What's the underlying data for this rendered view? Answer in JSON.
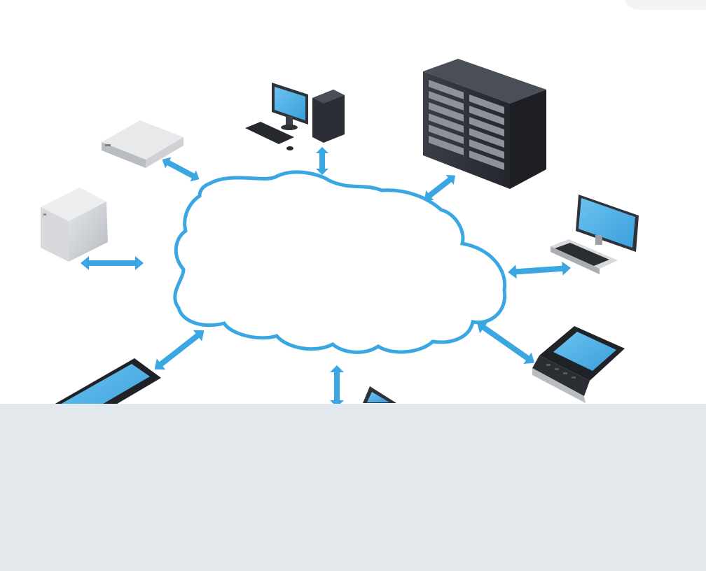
{
  "colors": {
    "accent": "#3aa6e2",
    "screen": "#4fb3ea",
    "dark_hardware": "#2e3138",
    "light_hardware": "#cfd2d6",
    "panel": "#e2e8ec",
    "page": "#ffffff"
  },
  "diagram": {
    "hub": "cloud",
    "devices": [
      {
        "kind": "router-box",
        "icon": "network-box-icon"
      },
      {
        "kind": "desktop-computer",
        "icon": "desktop-computer-icon"
      },
      {
        "kind": "server-rack",
        "icon": "server-rack-icon"
      },
      {
        "kind": "tower-server",
        "icon": "tower-server-icon"
      },
      {
        "kind": "laptop",
        "icon": "laptop-icon"
      },
      {
        "kind": "smartphone",
        "icon": "smartphone-icon"
      },
      {
        "kind": "smartphone",
        "icon": "smartphone-icon"
      },
      {
        "kind": "tablet",
        "icon": "tablet-icon"
      }
    ],
    "connections": "bidirectional"
  }
}
